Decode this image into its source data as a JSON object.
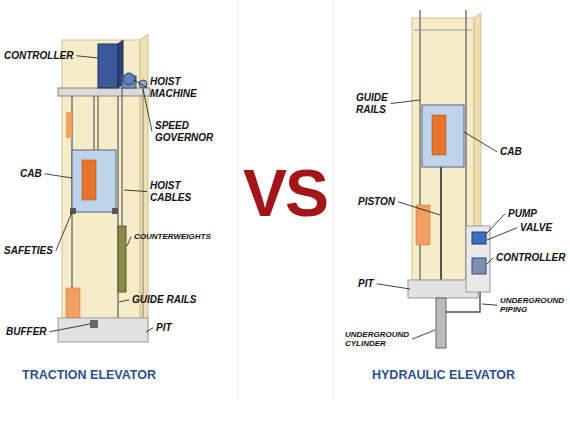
{
  "diagram": {
    "labels": [
      "CONTROLLER",
      "HOIST MACHINE",
      "SPEED GOVERNOR",
      "CAB",
      "HOIST CABLES",
      "SAFETIES",
      "COUNTERWEIGHTS",
      "GUIDE RAILS",
      "BUFFER",
      "PIT",
      "TRACTION ELEVATOR",
      "VS",
      "GUIDE RAILS",
      "CAB",
      "PISTON",
      "PUMP",
      "VALVE",
      "CONTROLLER",
      "PIT",
      "UNDERGROUND PIPING",
      "UNDERGROUND CYLINDER",
      "HYDRAULIC ELEVATOR"
    ]
  }
}
